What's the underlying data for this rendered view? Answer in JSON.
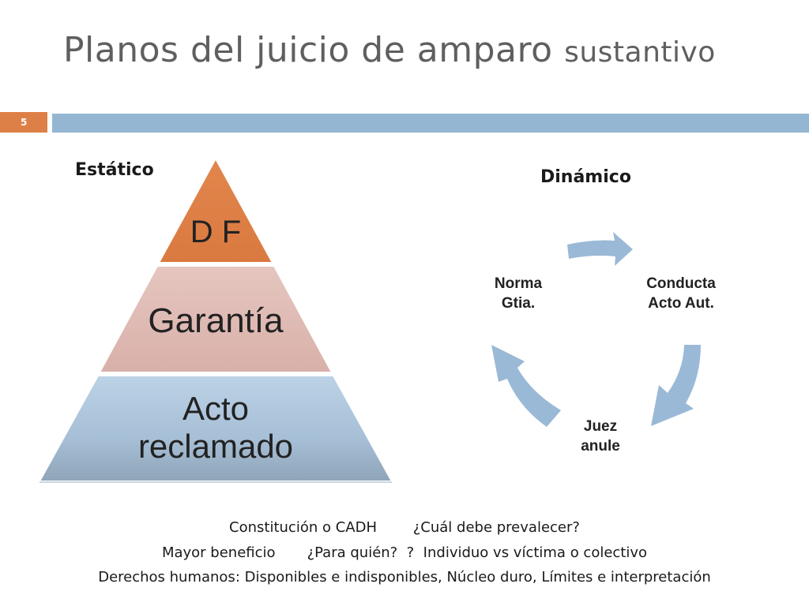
{
  "slide": {
    "title_main": "Planos del juicio de amparo",
    "title_small": "sustantivo",
    "number": "5"
  },
  "colors": {
    "accent_orange": "#dd8047",
    "bar_blue": "#94b6d2",
    "pyramid_middle": "#dfb9b3",
    "pyramid_bottom": "#a9c0d6",
    "cycle_arrow": "#9ab9d6"
  },
  "left": {
    "label": "Estático",
    "pyramid": {
      "top": "D F",
      "middle": "Garantía",
      "bottom_line1": "Acto",
      "bottom_line2": "reclamado"
    }
  },
  "right": {
    "label": "Dinámico",
    "cycle": {
      "node_a_line1": "Norma",
      "node_a_line2": "Gtia.",
      "node_b_line1": "Conducta",
      "node_b_line2": "Acto Aut.",
      "node_c_line1": "Juez",
      "node_c_line2": "anule"
    }
  },
  "bottom": {
    "line1": "Constitución o CADH        ¿Cuál debe prevalecer?",
    "line2": "Mayor beneficio       ¿Para quién?  ?  Individuo vs víctima o colectivo",
    "line3": "Derechos humanos: Disponibles e indisponibles, Núcleo duro, Límites e interpretación"
  }
}
